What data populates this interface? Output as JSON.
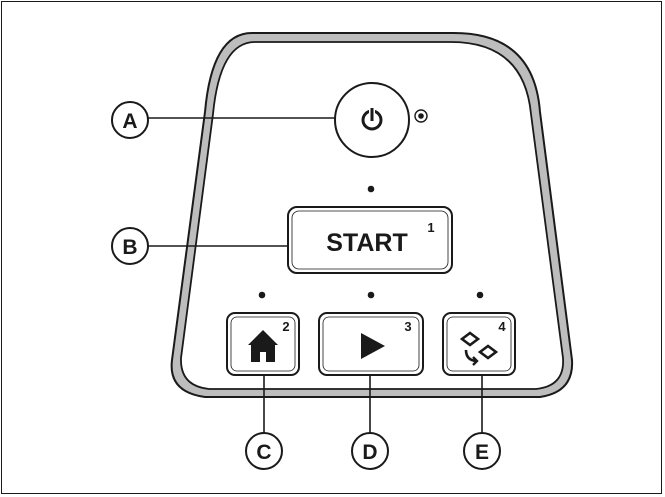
{
  "callouts": {
    "a": "A",
    "b": "B",
    "c": "C",
    "d": "D",
    "e": "E"
  },
  "buttons": {
    "start_label": "START",
    "start_number": "1",
    "home_number": "2",
    "play_number": "3",
    "mode_number": "4"
  },
  "colors": {
    "outline": "#1a1a1a",
    "panel_ring": "#bdbdbd",
    "button_fill": "#ffffff"
  },
  "icons": {
    "power": "power-icon",
    "home": "home-icon",
    "play": "play-icon",
    "mode": "mode-switch-icon"
  }
}
